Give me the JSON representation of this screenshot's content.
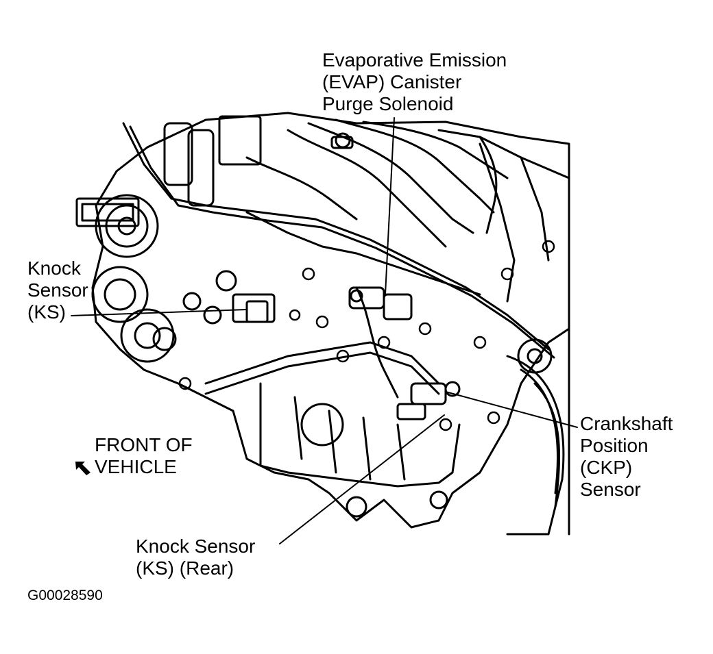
{
  "labels": {
    "evap": [
      "Evaporative Emission",
      "(EVAP) Canister",
      "Purge Solenoid"
    ],
    "knock_sensor": [
      "Knock",
      "Sensor",
      "(KS)"
    ],
    "ckp": [
      "Crankshaft",
      "Position",
      "(CKP)",
      "Sensor"
    ],
    "knock_sensor_rear": [
      "Knock Sensor",
      "(KS) (Rear)"
    ],
    "front_of_vehicle": [
      "FRONT OF",
      "VEHICLE"
    ]
  },
  "figure_id": "G00028590",
  "colors": {
    "ink": "#000000",
    "paper": "#ffffff"
  },
  "icons": {
    "front_arrow": "arrow-icon"
  }
}
